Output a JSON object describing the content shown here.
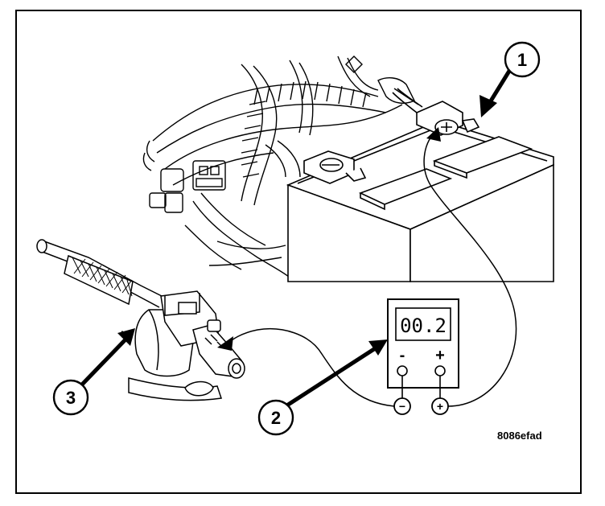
{
  "callouts": {
    "one": "1",
    "two": "2",
    "three": "3"
  },
  "meter": {
    "reading": "00.2",
    "neg_label": "-",
    "pos_label": "+",
    "neg_lead": "⊖",
    "pos_lead": "⊕"
  },
  "figure_id": "8086efad",
  "colors": {
    "line": "#000000",
    "background": "#ffffff"
  }
}
